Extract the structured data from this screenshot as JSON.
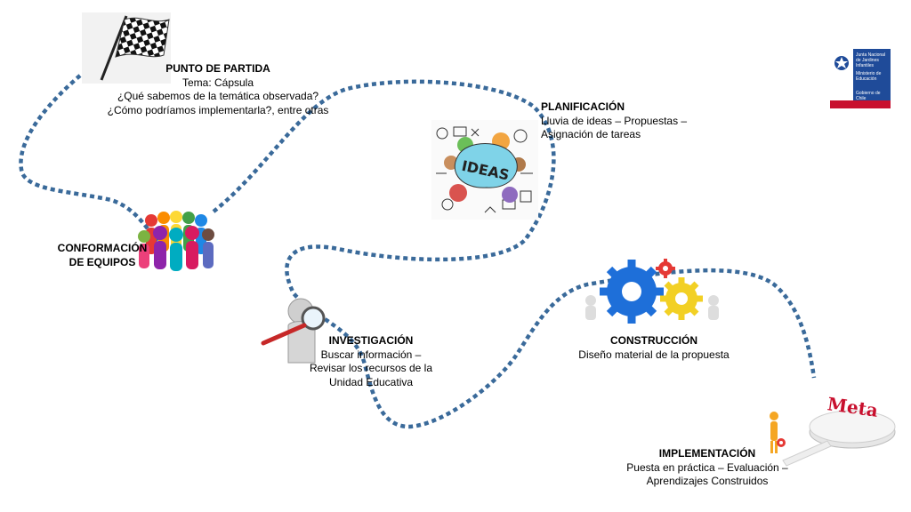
{
  "steps": {
    "start": {
      "title": "PUNTO DE PARTIDA",
      "lines": [
        "Tema: Cápsula",
        "¿Qué sabemos de la temática observada?",
        "¿Cómo podríamos implementarla?, entre otras"
      ]
    },
    "planning": {
      "title": "PLANIFICACIÓN",
      "lines": [
        "Lluvia de ideas – Propuestas –",
        "Asignación de tareas"
      ]
    },
    "teams": {
      "lines": [
        "CONFORMACIÓN",
        "DE EQUIPOS"
      ]
    },
    "research": {
      "title": "INVESTIGACIÓN",
      "lines": [
        "Buscar información –",
        "Revisar los recursos de la",
        "Unidad Educativa"
      ]
    },
    "construction": {
      "title": "CONSTRUCCIÓN",
      "lines": [
        "Diseño material de la propuesta"
      ]
    },
    "implementation": {
      "title": "IMPLEMENTACIÓN",
      "lines": [
        "Puesta en práctica – Evaluación –",
        "Aprendizajes Construidos"
      ]
    }
  },
  "goal": {
    "label": "Meta"
  },
  "ideas_image": {
    "word": "IDEAS"
  },
  "logo": {
    "name": "Junta Nacional de Jardines Infantiles",
    "ministry": "Ministerio de Educación",
    "government": "Gobierno de Chile"
  },
  "colors": {
    "path": "#3a6a9a",
    "logo_blue": "#1f4b99",
    "logo_red": "#c8102e"
  },
  "icons": [
    "checkered-flag-icon",
    "team-circle-icon",
    "ideas-collage-icon",
    "magnifier-person-icon",
    "gears-icon",
    "goal-podium-icon"
  ]
}
